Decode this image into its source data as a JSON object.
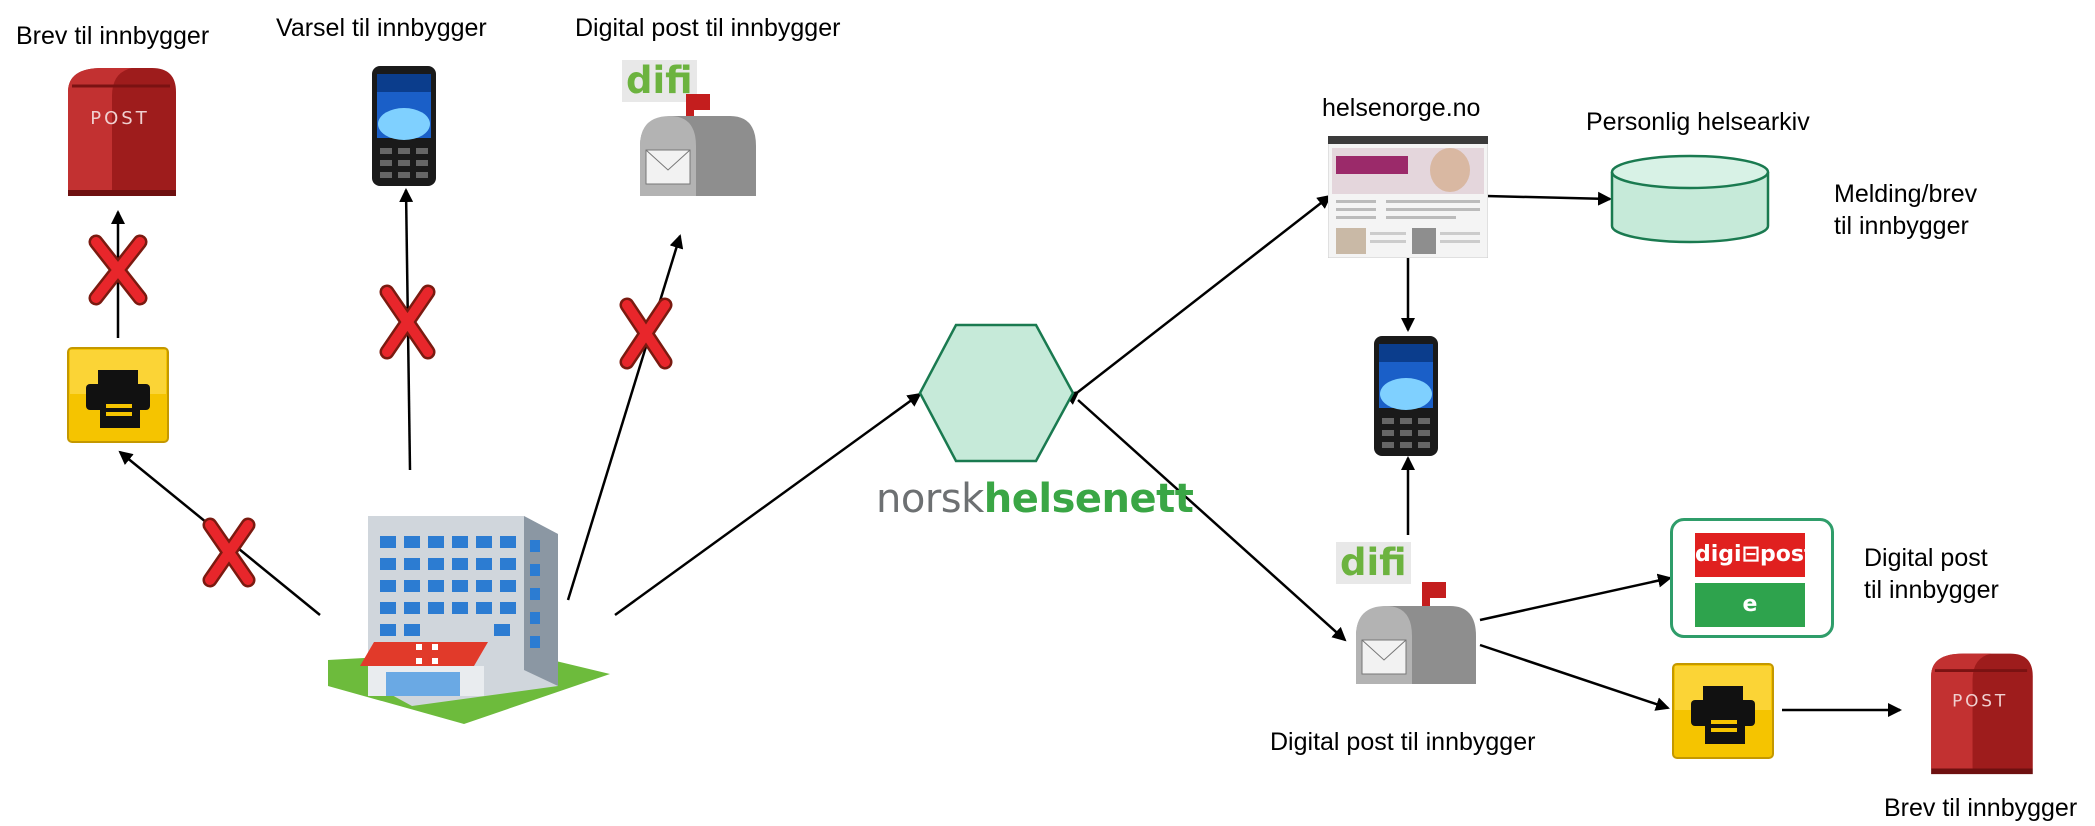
{
  "labels": {
    "brev_left": "Brev til innbygger",
    "varsel": "Varsel til innbygger",
    "digital_top": "Digital post til innbygger",
    "helsenorge": "helsenorge.no",
    "helsearkiv": "Personlig helsearkiv",
    "melding_1": "Melding/brev",
    "melding_2": "til innbygger",
    "digital_right_1": "Digital post",
    "digital_right_2": "til innbygger",
    "digital_bottom": "Digital post til innbygger",
    "brev_right": "Brev til innbygger"
  },
  "brand": {
    "norsk": "norsk",
    "helsenett": "helsenett"
  },
  "logos": {
    "difi": "difi",
    "digipost": "digi⊟post",
    "eboks": "e Boks.no",
    "post": "POST"
  },
  "colors": {
    "hexagon": "#c6ead9",
    "cylinder": "#c6ead9",
    "cross": "#e8262b",
    "printer": "#f5c400",
    "postbox": "#9e1c1c",
    "brand_green": "#3aa645"
  }
}
